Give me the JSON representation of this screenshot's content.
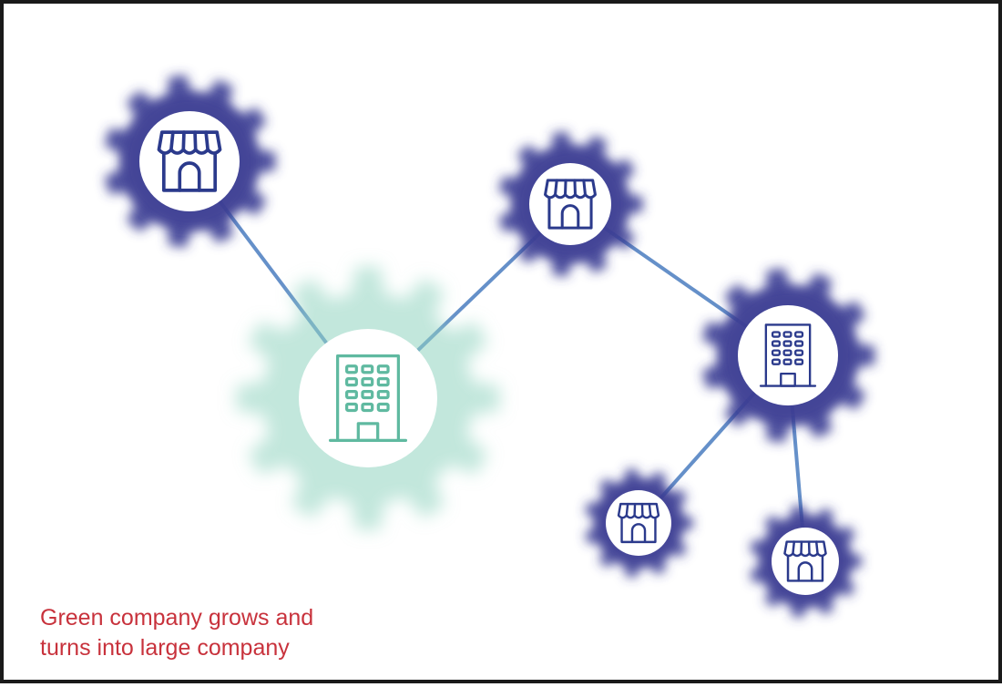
{
  "caption": {
    "lines": [
      "Green company grows and",
      "turns into large company"
    ]
  },
  "colors": {
    "caption": "#c8323c",
    "small_gear": "#3b3d93",
    "large_gear": "#8fd4c0",
    "icon_blue": "#2b3a8c",
    "icon_green": "#5fb9a0",
    "link": "#4a7cc0"
  },
  "nodes": [
    {
      "id": "store-top-left",
      "kind": "storefront",
      "gear": "blue"
    },
    {
      "id": "building-green",
      "kind": "office-building",
      "gear": "green"
    },
    {
      "id": "store-top-middle",
      "kind": "storefront",
      "gear": "blue"
    },
    {
      "id": "building-right",
      "kind": "office-building",
      "gear": "blue"
    },
    {
      "id": "store-bottom-left",
      "kind": "storefront",
      "gear": "blue"
    },
    {
      "id": "store-bottom-right",
      "kind": "storefront",
      "gear": "blue"
    }
  ],
  "links": [
    {
      "from": "store-top-left",
      "to": "building-green"
    },
    {
      "from": "building-green",
      "to": "store-top-middle"
    },
    {
      "from": "store-top-middle",
      "to": "building-right"
    },
    {
      "from": "building-right",
      "to": "store-bottom-left"
    },
    {
      "from": "building-right",
      "to": "store-bottom-right"
    }
  ]
}
